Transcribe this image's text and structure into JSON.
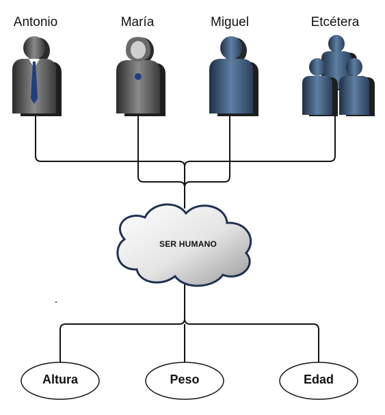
{
  "people": [
    {
      "name": "Antonio",
      "icon": "man-with-tie-icon"
    },
    {
      "name": "María",
      "icon": "woman-icon"
    },
    {
      "name": "Miguel",
      "icon": "man-icon"
    },
    {
      "name": "Etcétera",
      "icon": "group-icon"
    }
  ],
  "concept": {
    "label": "SER HUMANO",
    "icon": "cloud-icon"
  },
  "attributes": [
    {
      "label": "Altura"
    },
    {
      "label": "Peso"
    },
    {
      "label": "Edad"
    }
  ],
  "colors": {
    "lines": "#111111",
    "gray_figure": "#6e6e6e",
    "blue_figure": "#3f5f80",
    "tie": "#1f3f7f",
    "cloud_fill": "#dcdcdc",
    "cloud_stroke": "#1f3050"
  }
}
